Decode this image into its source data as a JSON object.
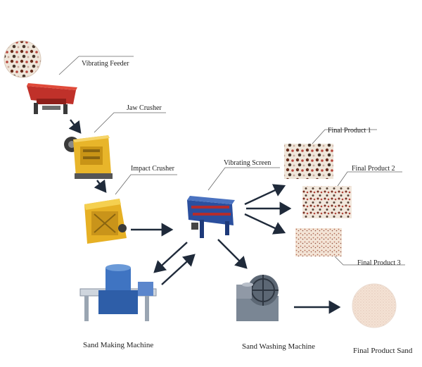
{
  "labels": {
    "vibrating_feeder": "Vibrating Feeder",
    "jaw_crusher": "Jaw  Crusher",
    "impact_crusher": "Impact Crusher",
    "vibrating_screen": "Vibrating Screen",
    "final_product_1": "Final Product 1",
    "final_product_2": "Final Product 2",
    "final_product_3": "Final Product 3",
    "sand_making_machine": "Sand Making  Machine",
    "sand_washing_machine": "Sand Washing Machine",
    "final_product_sand": "Final Product Sand"
  },
  "icons": {
    "raw_stone": "raw-stone-pile-icon",
    "feeder": "vibrating-feeder-machine-icon",
    "jaw": "jaw-crusher-machine-icon",
    "impact": "impact-crusher-machine-icon",
    "screen": "vibrating-screen-machine-icon",
    "sand_maker": "sand-making-machine-icon",
    "washer": "sand-washing-machine-icon",
    "product_1": "coarse-gravel-icon",
    "product_2": "medium-gravel-icon",
    "product_3": "fine-gravel-icon",
    "product_sand": "sand-pile-icon"
  },
  "colors": {
    "feeder_red": "#c0312a",
    "crusher_yellow": "#e8b52a",
    "screen_blue": "#2b4f9e",
    "sand_maker_blue": "#3f74c2",
    "washer_gray": "#6d7784",
    "arrow": "#1f2a3a"
  }
}
